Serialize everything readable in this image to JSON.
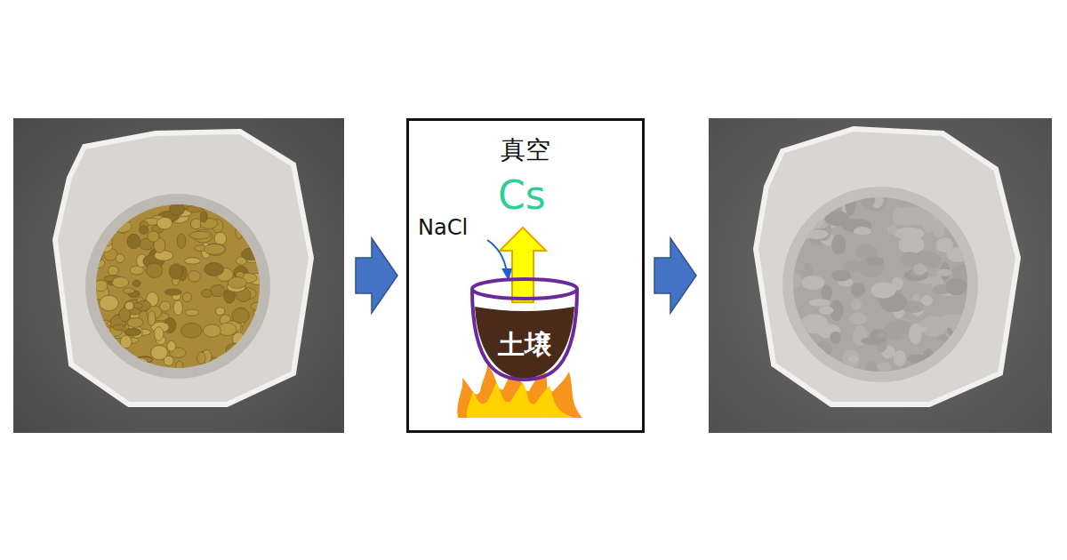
{
  "diagram": {
    "nodes": [
      {
        "text": [
          "真空"
        ]
      },
      {
        "text": [
          "土壌"
        ],
        "in": 0
      }
    ],
    "labels": [
      "Cs",
      "NaCl"
    ]
  }
}
